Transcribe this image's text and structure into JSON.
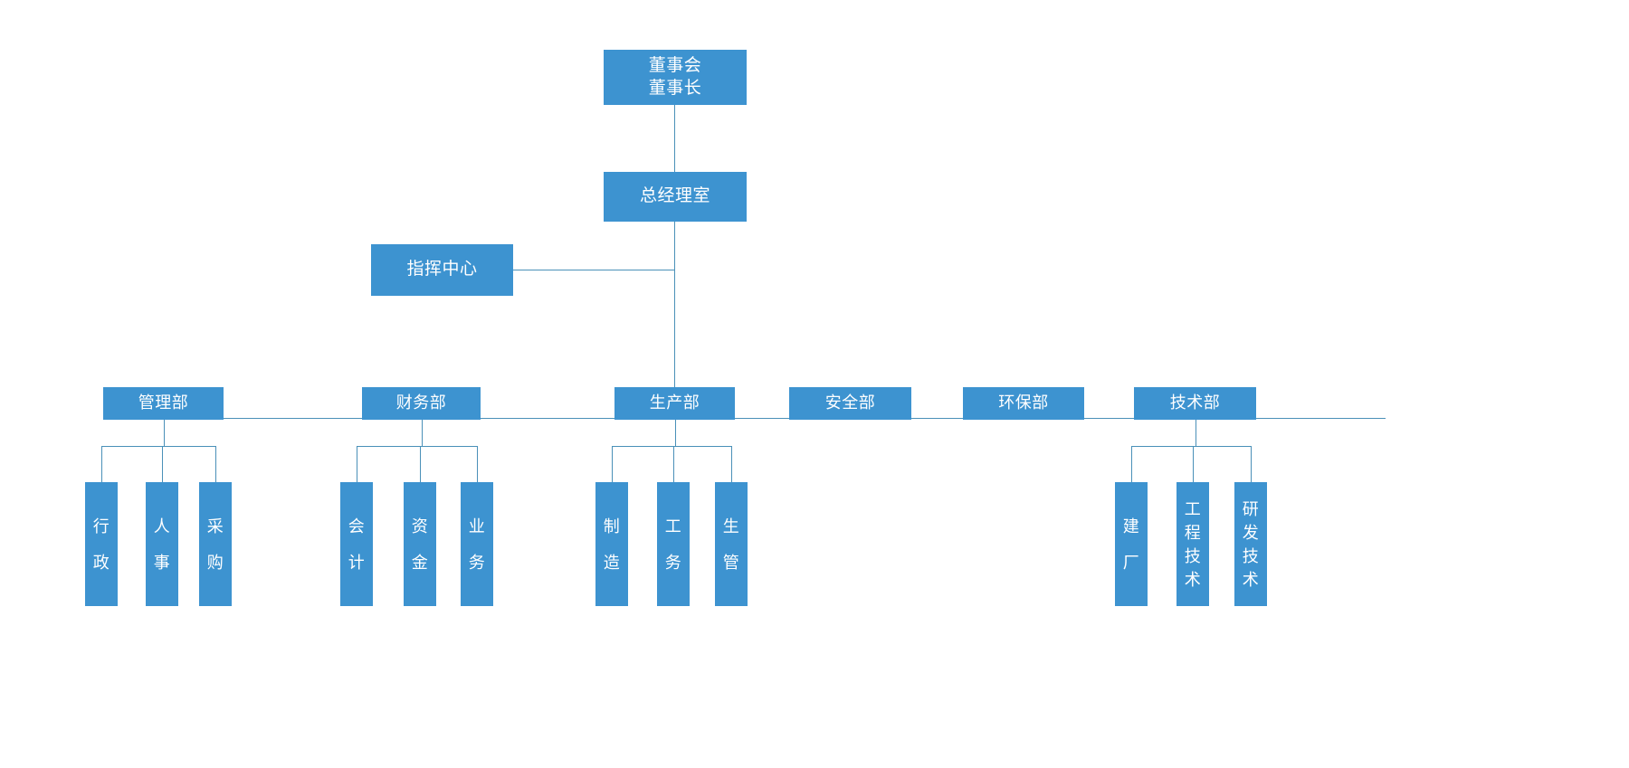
{
  "chart": {
    "title": "",
    "type": "org-chart",
    "accent_color": "#3d93d0",
    "line_color": "#4a90b8",
    "text_color": "#ffffff",
    "background": "#ffffff"
  },
  "root": {
    "label": "董事会\n董事长",
    "line1": "董事会",
    "line2": "董事长"
  },
  "gm": {
    "label": "总经理室"
  },
  "command_center": {
    "label": "指挥中心"
  },
  "departments": [
    {
      "label": "管理部",
      "children": [
        {
          "label": "行政",
          "chars": [
            "行",
            "政"
          ]
        },
        {
          "label": "人事",
          "chars": [
            "人",
            "事"
          ]
        },
        {
          "label": "采购",
          "chars": [
            "采",
            "购"
          ]
        }
      ]
    },
    {
      "label": "财务部",
      "children": [
        {
          "label": "会计",
          "chars": [
            "会",
            "计"
          ]
        },
        {
          "label": "资金",
          "chars": [
            "资",
            "金"
          ]
        },
        {
          "label": "业务",
          "chars": [
            "业",
            "务"
          ]
        }
      ]
    },
    {
      "label": "生产部",
      "children": [
        {
          "label": "制造",
          "chars": [
            "制",
            "造"
          ]
        },
        {
          "label": "工务",
          "chars": [
            "工",
            "务"
          ]
        },
        {
          "label": "生管",
          "chars": [
            "生",
            "管"
          ]
        }
      ]
    },
    {
      "label": "安全部",
      "children": []
    },
    {
      "label": "环保部",
      "children": []
    },
    {
      "label": "技术部",
      "children": [
        {
          "label": "建厂",
          "chars": [
            "建",
            "厂"
          ]
        },
        {
          "label": "工程技术",
          "chars": [
            "工",
            "程",
            "技",
            "术"
          ]
        },
        {
          "label": "研发技术",
          "chars": [
            "研",
            "发",
            "技",
            "术"
          ]
        }
      ]
    }
  ]
}
